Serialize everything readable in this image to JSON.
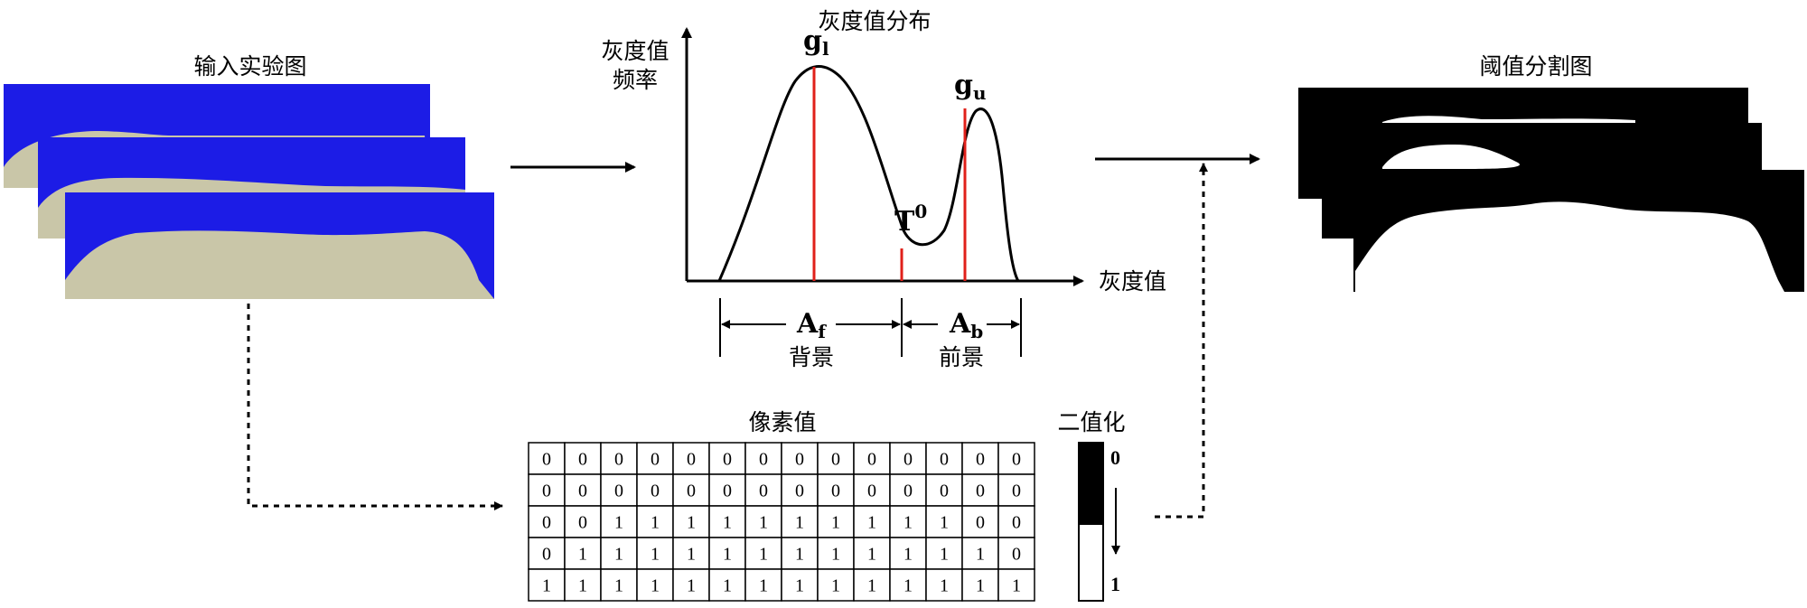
{
  "input": {
    "title": "输入实验图"
  },
  "histogram": {
    "title": "灰度值分布",
    "ylabel_line1": "灰度值",
    "ylabel_line2": "频率",
    "xlabel": "灰度值",
    "peak_left": {
      "main": "g",
      "sub": "l"
    },
    "peak_right": {
      "main": "g",
      "sub": "u"
    },
    "threshold": {
      "main": "T",
      "sup": "0"
    },
    "region_left": {
      "main": "A",
      "sub": "f",
      "name": "背景"
    },
    "region_right": {
      "main": "A",
      "sub": "b",
      "name": "前景"
    }
  },
  "pixels": {
    "title": "像素值",
    "rows": [
      [
        "0",
        "0",
        "0",
        "0",
        "0",
        "0",
        "0",
        "0",
        "0",
        "0",
        "0",
        "0",
        "0",
        "0"
      ],
      [
        "0",
        "0",
        "0",
        "0",
        "0",
        "0",
        "0",
        "0",
        "0",
        "0",
        "0",
        "0",
        "0",
        "0"
      ],
      [
        "0",
        "0",
        "1",
        "1",
        "1",
        "1",
        "1",
        "1",
        "1",
        "1",
        "1",
        "1",
        "0",
        "0"
      ],
      [
        "0",
        "1",
        "1",
        "1",
        "1",
        "1",
        "1",
        "1",
        "1",
        "1",
        "1",
        "1",
        "1",
        "0"
      ],
      [
        "1",
        "1",
        "1",
        "1",
        "1",
        "1",
        "1",
        "1",
        "1",
        "1",
        "1",
        "1",
        "1",
        "1"
      ]
    ]
  },
  "binarize": {
    "title": "二值化",
    "top_value": "0",
    "bottom_value": "1"
  },
  "output": {
    "title": "阈值分割图"
  },
  "colors": {
    "photo_blue": "#1c1ce6",
    "sample_cream": "#c9c6a8",
    "line_red": "#e0201a",
    "ink": "#000000"
  }
}
